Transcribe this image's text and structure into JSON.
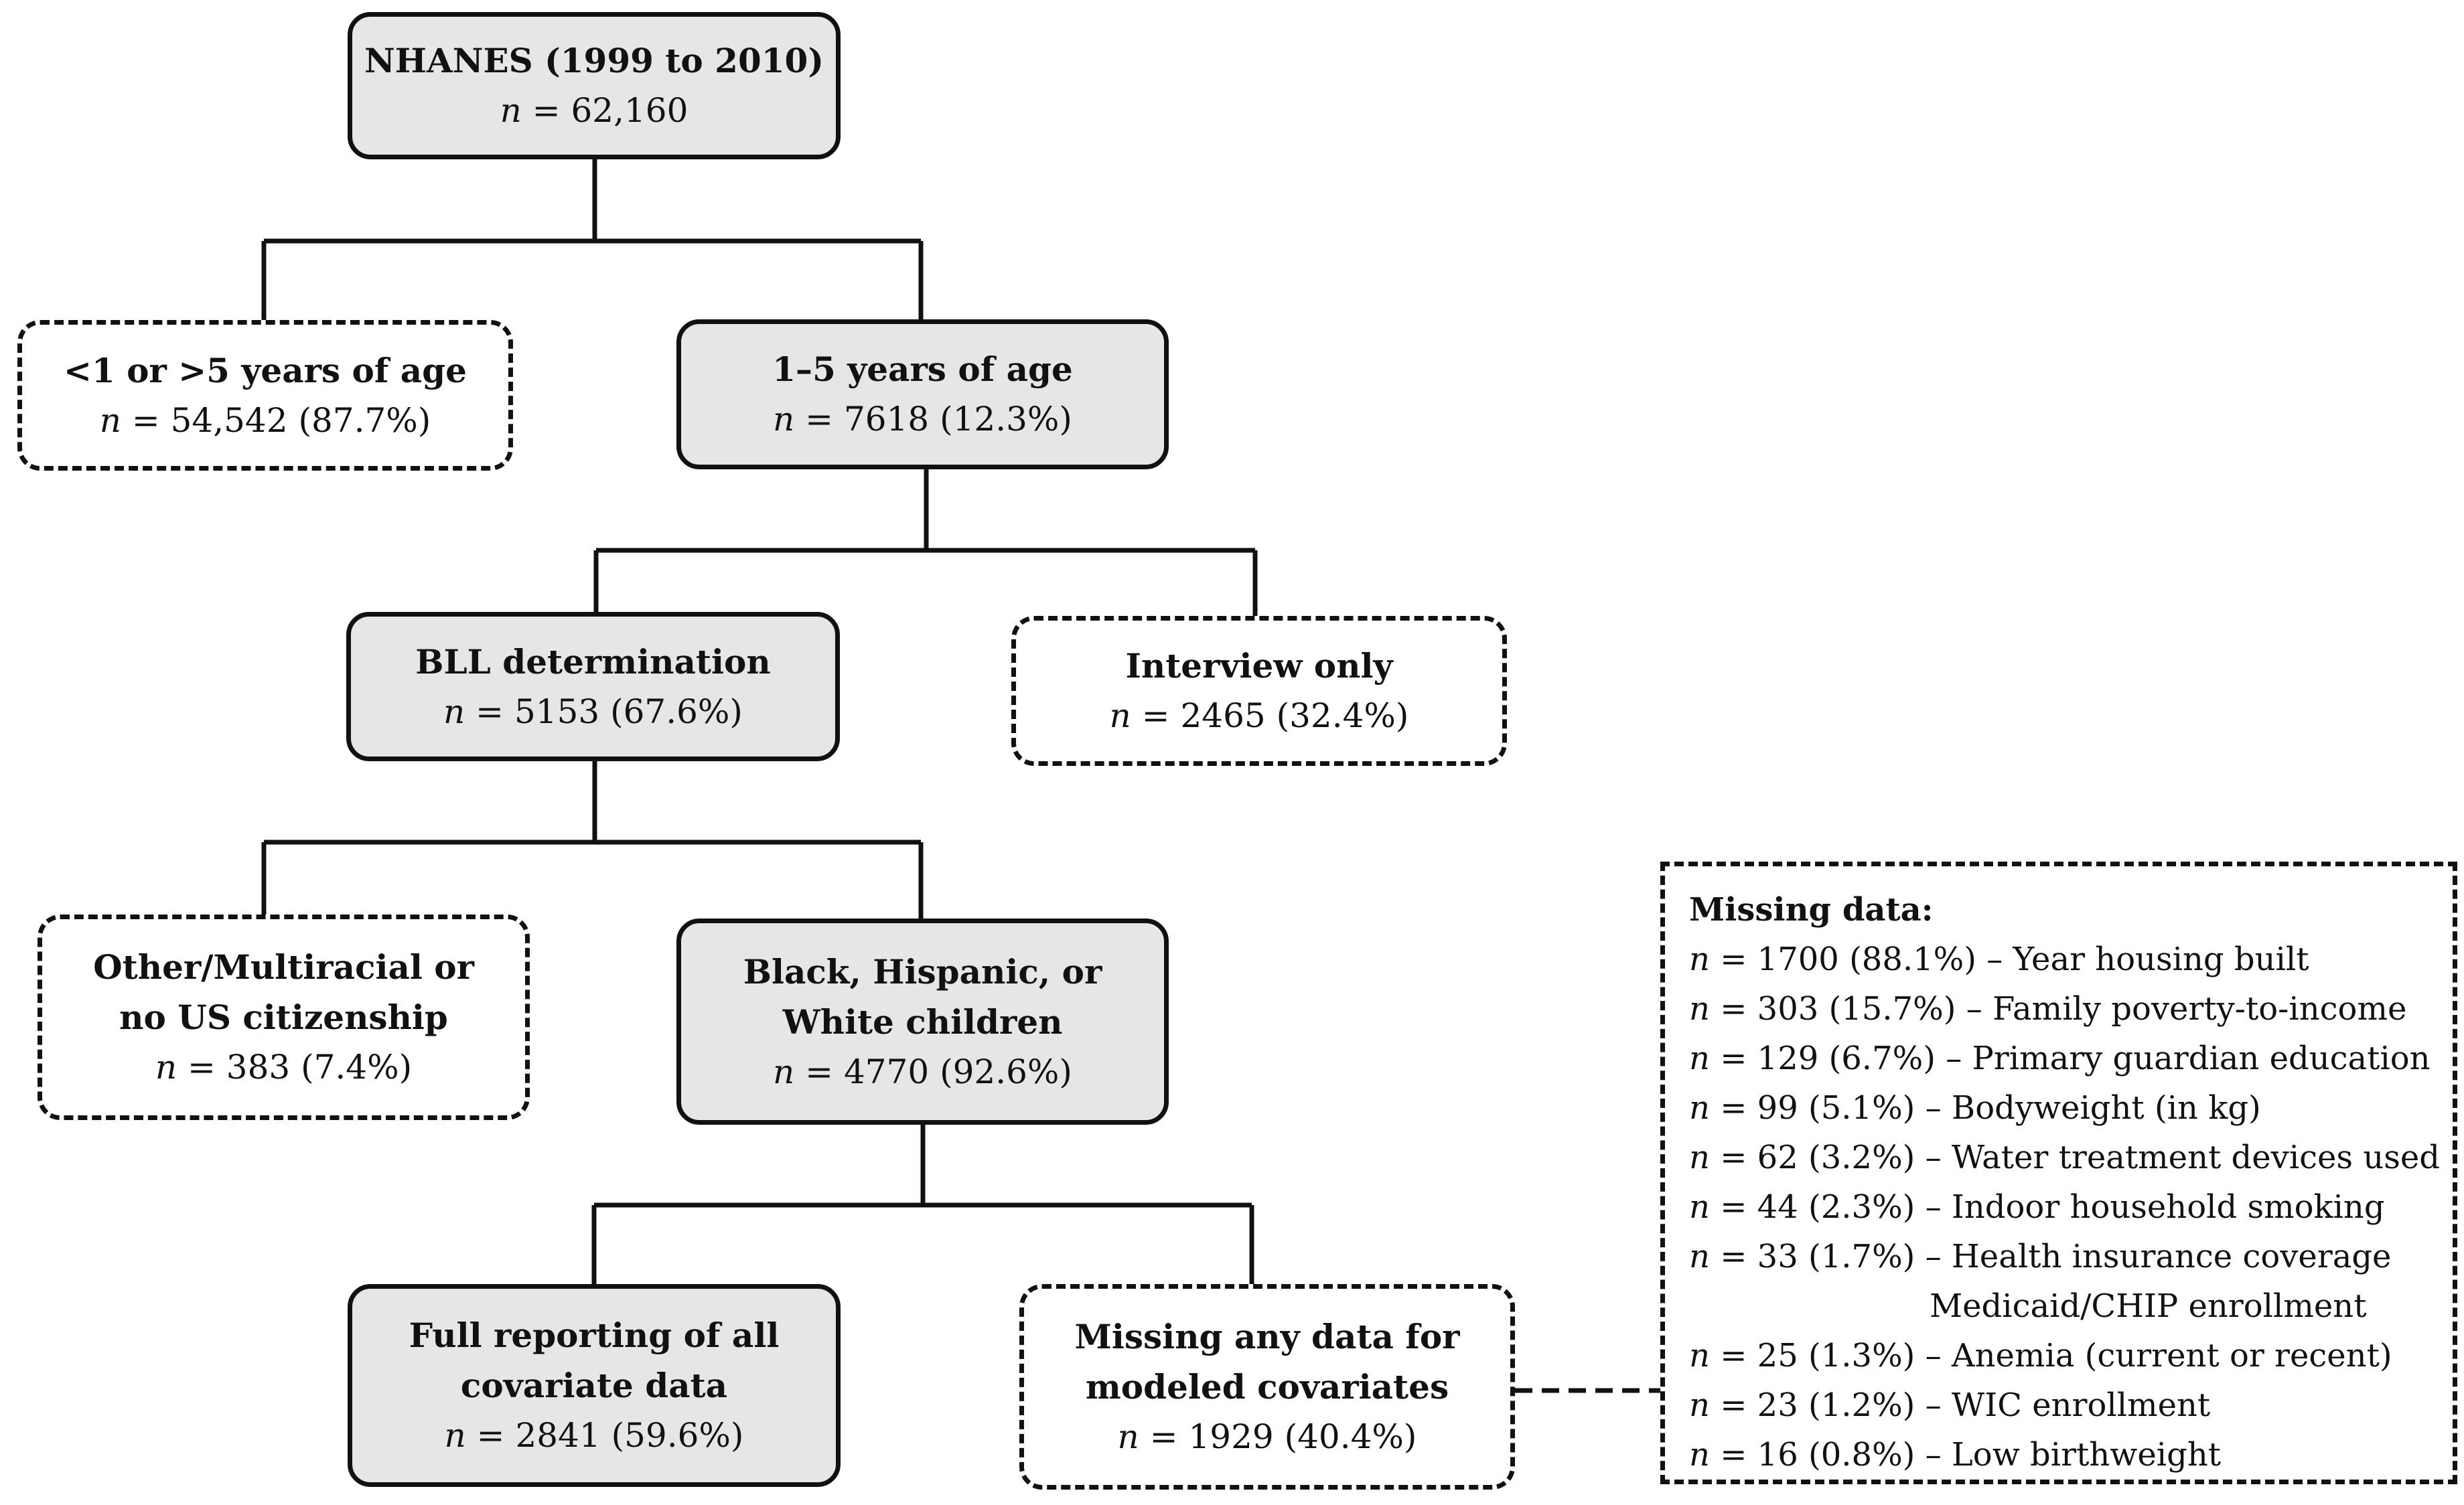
{
  "n_symbol": "n",
  "boxes": {
    "nhanes": {
      "title": "NHANES (1999 to 2010)",
      "count": "= 62,160"
    },
    "age_excl": {
      "title": "<1 or >5 years of age",
      "count": "= 54,542 (87.7%)"
    },
    "age_incl": {
      "title": "1–5 years of age",
      "count": "= 7618 (12.3%)"
    },
    "bll": {
      "title": "BLL determination",
      "count": "= 5153 (67.6%)"
    },
    "interview": {
      "title": "Interview only",
      "count": "= 2465 (32.4%)"
    },
    "other": {
      "title_line1": "Other/Multiracial or",
      "title_line2": "no US citizenship",
      "count": "= 383 (7.4%)"
    },
    "bhw": {
      "title_line1": "Black, Hispanic, or",
      "title_line2": "White children",
      "count": "= 4770 (92.6%)"
    },
    "full": {
      "title_line1": "Full reporting of all",
      "title_line2": "covariate data",
      "count": "= 2841 (59.6%)"
    },
    "missing_any": {
      "title_line1": "Missing any data for",
      "title_line2": "modeled covariates",
      "count": "= 1929 (40.4%)"
    }
  },
  "missing_data": {
    "title": "Missing data:",
    "rows": [
      {
        "count": "= 1700 (88.1%)",
        "label": "– Year housing built"
      },
      {
        "count": "= 303 (15.7%)",
        "label": "– Family poverty-to-income"
      },
      {
        "count": "= 129 (6.7%)",
        "label": "– Primary guardian education"
      },
      {
        "count": "= 99 (5.1%)",
        "label": "– Bodyweight (in kg)"
      },
      {
        "count": "= 62 (3.2%)",
        "label": "– Water treatment devices used"
      },
      {
        "count": "= 44 (2.3%)",
        "label": "– Indoor household smoking"
      },
      {
        "count": "= 33 (1.7%)",
        "label": "– Health insurance coverage"
      },
      {
        "count": "= 25 (1.3%)",
        "label": "– Anemia (current or recent)"
      },
      {
        "count": "= 23 (1.2%)",
        "label": "– WIC enrollment"
      },
      {
        "count": "= 16 (0.8%)",
        "label": "– Low birthweight"
      }
    ],
    "continuation": "Medicaid/CHIP enrollment"
  }
}
